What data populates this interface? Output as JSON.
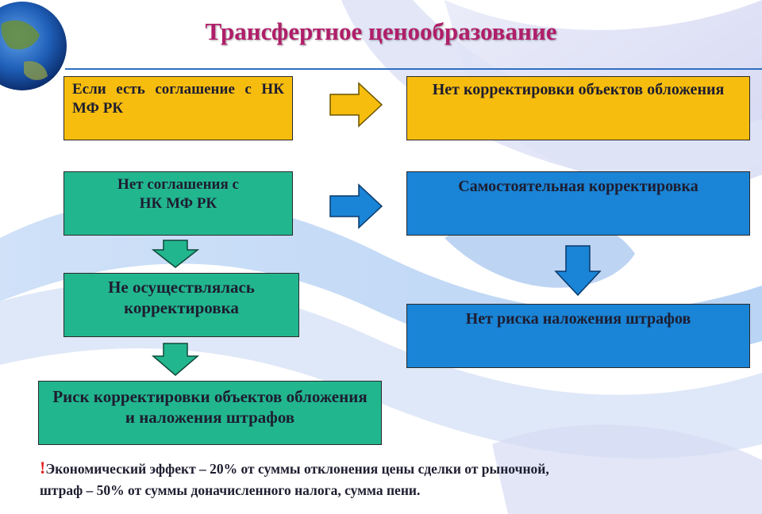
{
  "title": "Трансфертное ценообразование",
  "boxes": {
    "agreement": "Если есть соглашение с НК МФ РК",
    "no_adjustment_objects": "Нет корректировки объектов обложения",
    "no_agreement": "Нет соглашения с НК МФ РК",
    "self_adjustment": "Самостоятельная корректировка",
    "not_adjusted": "Не осуществлялась корректировка",
    "no_penalty_risk": "Нет риска наложения штрафов",
    "risk": "Риск корректировки объектов обложения и наложения штрафов"
  },
  "note": {
    "mark": "!",
    "line1": "Экономический эффект – 20% от суммы отклонения цены сделки от рыночной,",
    "line2": "штраф – 50% от суммы доначисленного налога, сумма пени."
  },
  "colors": {
    "yellow": "#f7bd0e",
    "teal": "#22b68f",
    "blue": "#1a84d6",
    "title": "#b01e6a"
  }
}
